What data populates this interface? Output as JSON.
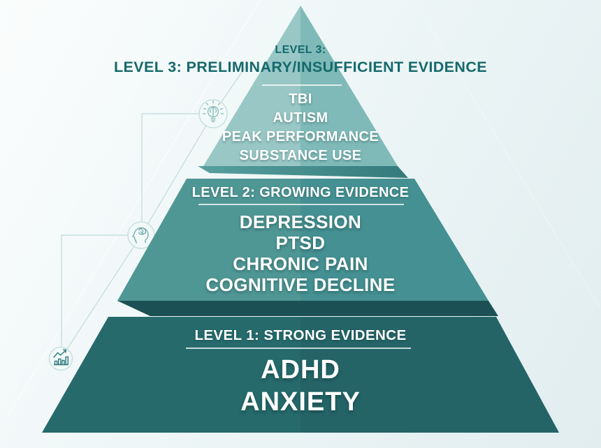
{
  "header": {
    "eyebrow": "LEVEL 3:",
    "title": "LEVEL 3: PRELIMINARY/INSUFFICIENT EVIDENCE"
  },
  "pyramid": {
    "levels": [
      {
        "name": "level-3-preliminary-evidence",
        "label": "LEVEL 3: PRELIMINARY/INSUFFICIENT EVIDENCE",
        "items": [
          "TBI",
          "AUTISM",
          "PEAK PERFORMANCE",
          "SUBSTANCE USE"
        ]
      },
      {
        "name": "level-2-growing-evidence",
        "label": "LEVEL 2: GROWING EVIDENCE",
        "items": [
          "DEPRESSION",
          "PTSD",
          "CHRONIC PAIN",
          "COGNITIVE DECLINE"
        ]
      },
      {
        "name": "level-1-strong-evidence",
        "label": "LEVEL 1: STRONG EVIDENCE",
        "items": [
          "ADHD",
          "ANXIETY"
        ]
      }
    ]
  },
  "icons": [
    {
      "name": "lightbulb-brain-icon",
      "meaning": "ideas / emerging research"
    },
    {
      "name": "head-brain-icon",
      "meaning": "mental health / growing research"
    },
    {
      "name": "growth-chart-icon",
      "meaning": "strong evidence / proven results"
    }
  ],
  "colors": {
    "bg-start": "#fbfdfd",
    "bg-end": "#e1edef",
    "level3-left": "#98c7c5",
    "level3-right": "#7fbab8",
    "level3-lip-start": "#57a09e",
    "level3-lip-end": "#357a7c",
    "level2-left": "#4f9795",
    "level2-right": "#459092",
    "level2-lip": "#1b5154",
    "level1-left": "#266a6c",
    "level1-right": "#246467",
    "heading-text": "#15696c",
    "item-text": "#ffffff",
    "connector": "#c6dfde",
    "icon-circle-stroke": "#c9e1e0",
    "icon-circle-fill": "#f2f9f9",
    "icon1-stroke": "#85bab8",
    "icon2-stroke": "#6fa9a7",
    "icon3-stroke": "#2e7a7c",
    "divider": "#ffffff"
  }
}
